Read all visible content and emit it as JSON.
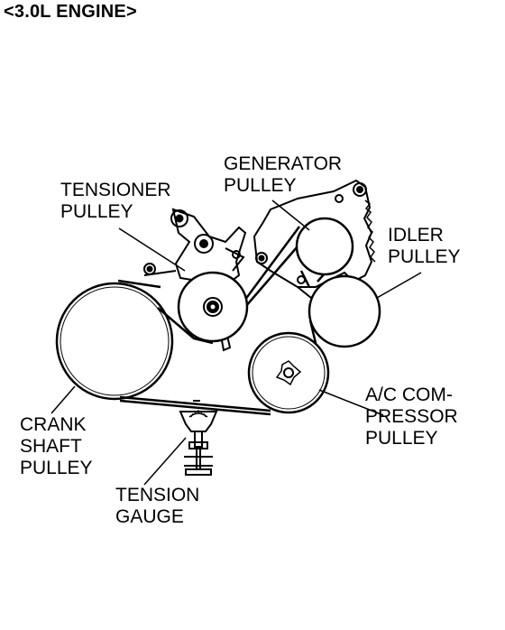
{
  "title": "<3.0L ENGINE>",
  "labels": {
    "generator_pulley": "GENERATOR\nPULLEY",
    "tensioner_pulley": "TENSIONER\nPULLEY",
    "idler_pulley": "IDLER\nPULLEY",
    "ac_compressor_pulley": "A/C COM-\nPRESSOR\nPULLEY",
    "crank_shaft_pulley": "CRANK\nSHAFT\nPULLEY",
    "tension_gauge": "TENSION\nGAUGE"
  },
  "colors": {
    "ink": "#000000",
    "paper": "#ffffff"
  }
}
